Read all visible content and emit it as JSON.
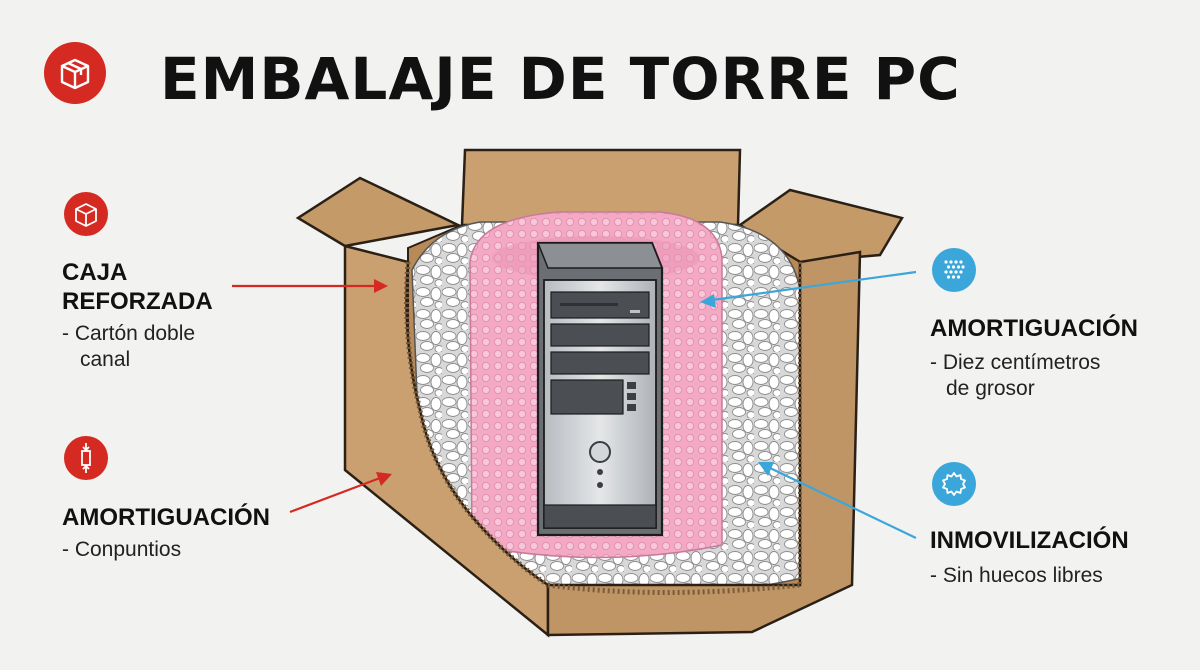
{
  "title": "EMBALAJE DE TORRE PC",
  "callouts": {
    "reinforced_box": {
      "title_line1": "CAJA",
      "title_line2": "REFORZADA",
      "desc_line1": "- Cartón doble",
      "desc_line2": "canal"
    },
    "cushion_left": {
      "title": "AMORTIGUACIÓN",
      "desc": "- Conpuntios"
    },
    "cushion_right": {
      "title": "AMORTIGUACIÓN",
      "desc_line1": "- Diez centímetros",
      "desc_line2": "de grosor"
    },
    "immobilization": {
      "title": "INMOVILIZACIÓN",
      "desc": "- Sin huecos libres"
    }
  },
  "colors": {
    "red_accent": "#d42a22",
    "blue_accent": "#3ba6da",
    "cardboard": "#caa070",
    "cardboard_dark": "#b88a58",
    "bubble_wrap": "#f3a9c3",
    "peanuts": "#ffffff",
    "tower": "#5a5e63"
  },
  "icons": {
    "title": "box-icon",
    "reinforced_box": "box-icon",
    "cushion_left": "compression-icon",
    "cushion_right": "foam-texture-icon",
    "immobilization": "gear-icon"
  }
}
